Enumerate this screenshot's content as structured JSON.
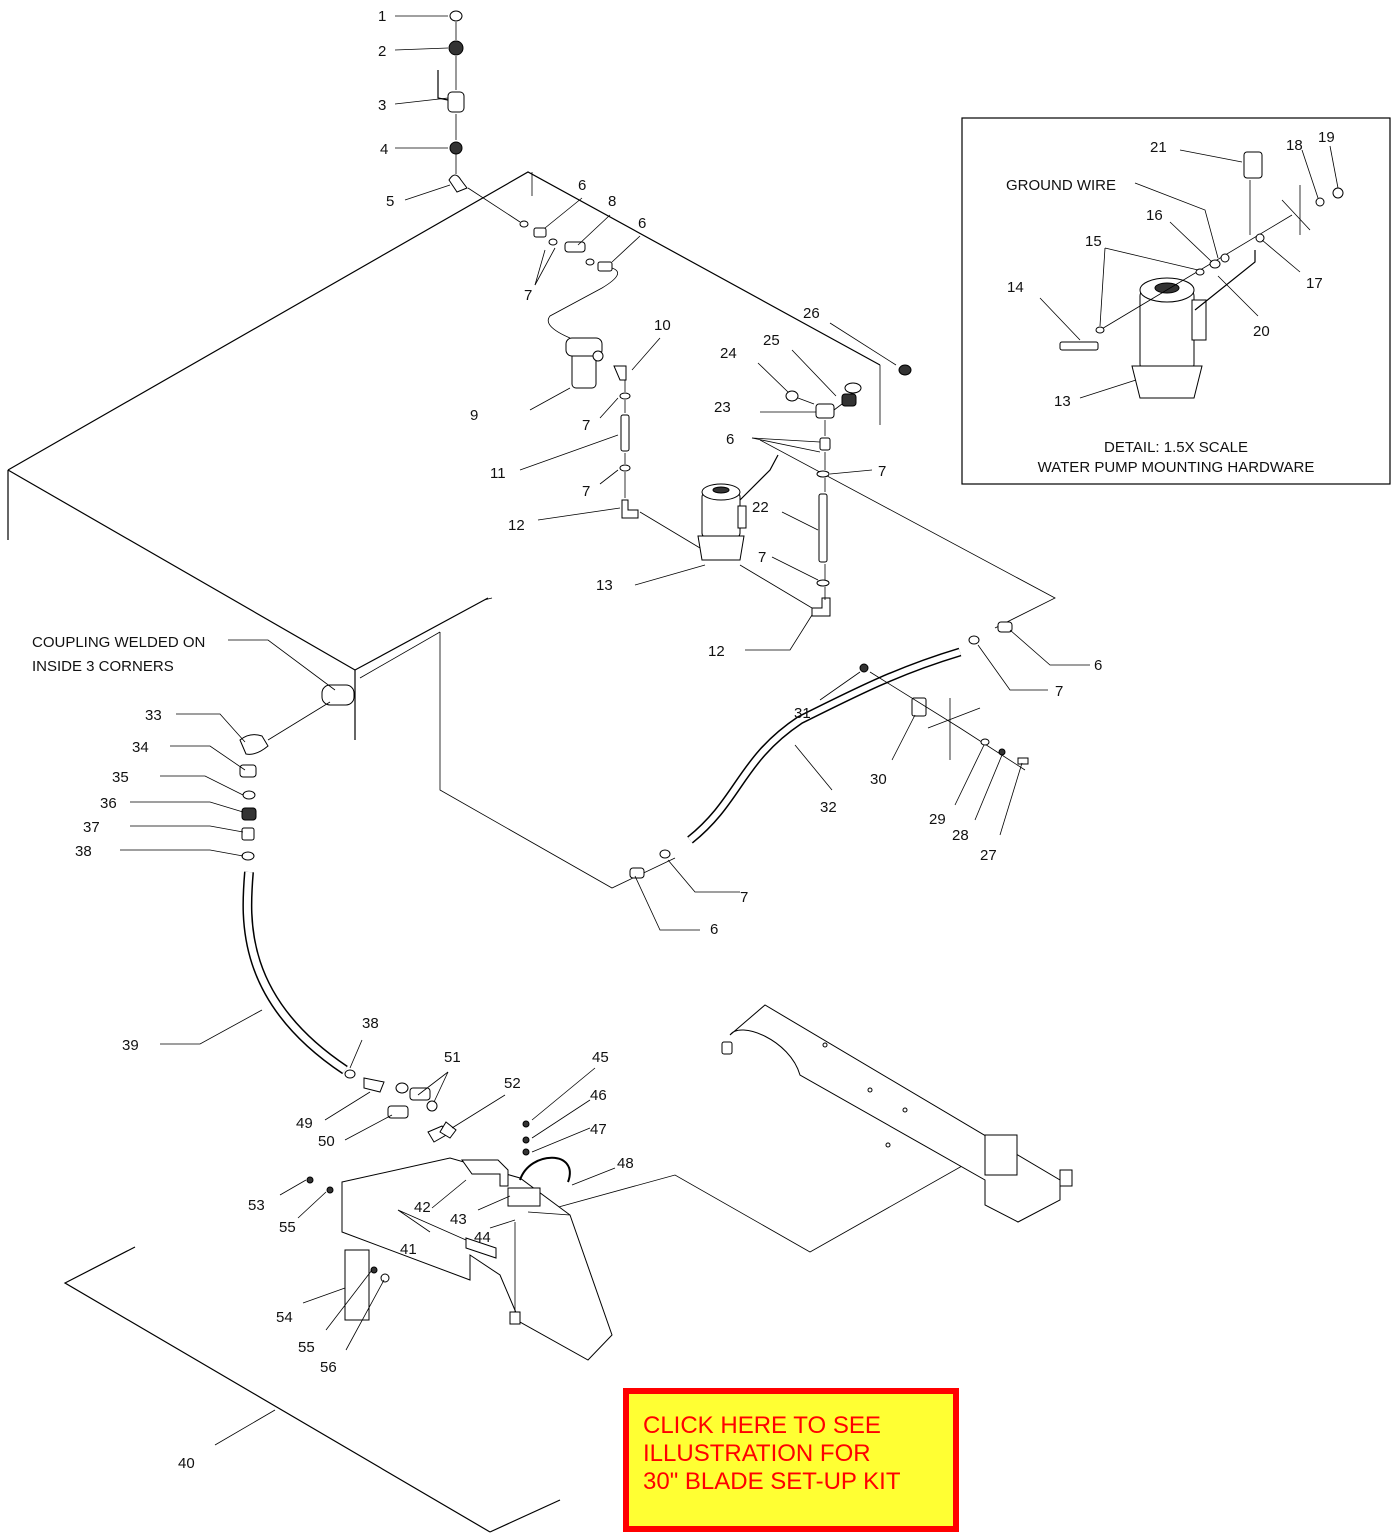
{
  "callouts": [
    "1",
    "2",
    "3",
    "4",
    "5",
    "6",
    "6",
    "8",
    "6",
    "7",
    "10",
    "9",
    "7",
    "11",
    "7",
    "12",
    "13",
    "12",
    "26",
    "24",
    "25",
    "23",
    "6",
    "7",
    "22",
    "7",
    "6",
    "7",
    "31",
    "30",
    "32",
    "29",
    "28",
    "27",
    "7",
    "6",
    "33",
    "34",
    "35",
    "36",
    "37",
    "38",
    "39",
    "38",
    "51",
    "49",
    "50",
    "52",
    "45",
    "46",
    "47",
    "48",
    "53",
    "55",
    "42",
    "43",
    "44",
    "41",
    "54",
    "55",
    "56",
    "40",
    "21",
    "19",
    "18",
    "16",
    "15",
    "14",
    "17",
    "20",
    "13"
  ],
  "annotations": {
    "coupling_note_line1": "COUPLING WELDED ON",
    "coupling_note_line2": "INSIDE 3 CORNERS",
    "ground_wire": "GROUND WIRE",
    "detail_line1": "DETAIL: 1.5X SCALE",
    "detail_line2": "WATER PUMP MOUNTING HARDWARE"
  },
  "cta": {
    "line1": "CLICK HERE TO SEE",
    "line2": "ILLUSTRATION FOR",
    "line3": "30\" BLADE SET-UP KIT",
    "bg_color": "#ffff33",
    "border_color": "#ff0000",
    "text_color": "#ff0000"
  }
}
